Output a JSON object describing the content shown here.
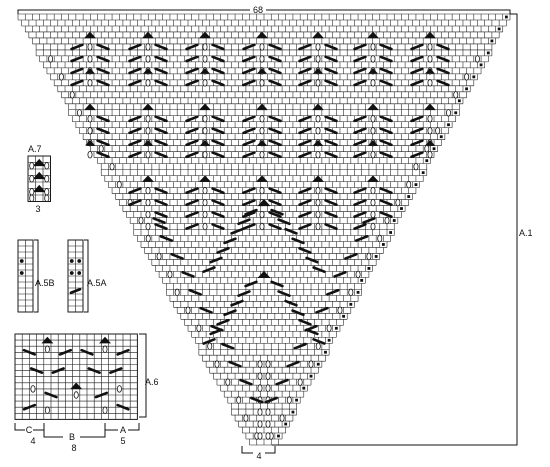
{
  "charts": {
    "main": {
      "label": "A.1",
      "top_width_label": "68",
      "bottom_width_label": "4"
    },
    "a7": {
      "label": "A.7",
      "width_label": "3"
    },
    "a5b": {
      "label": "A.5B"
    },
    "a5a": {
      "label": "A.5A"
    },
    "a6": {
      "label": "A.6",
      "repeat_labels": [
        "C",
        "B",
        "A"
      ],
      "repeat_widths": [
        "4",
        "8",
        "5"
      ]
    }
  },
  "colors": {
    "grid_line": "#1a1a1a",
    "background": "#ffffff",
    "symbol_fill": "#111111"
  },
  "symbols": [
    "triangle-decrease-icon",
    "diagonal-bar-icon",
    "oval-yarnover-icon",
    "dot-icon",
    "square-dot-icon"
  ]
}
